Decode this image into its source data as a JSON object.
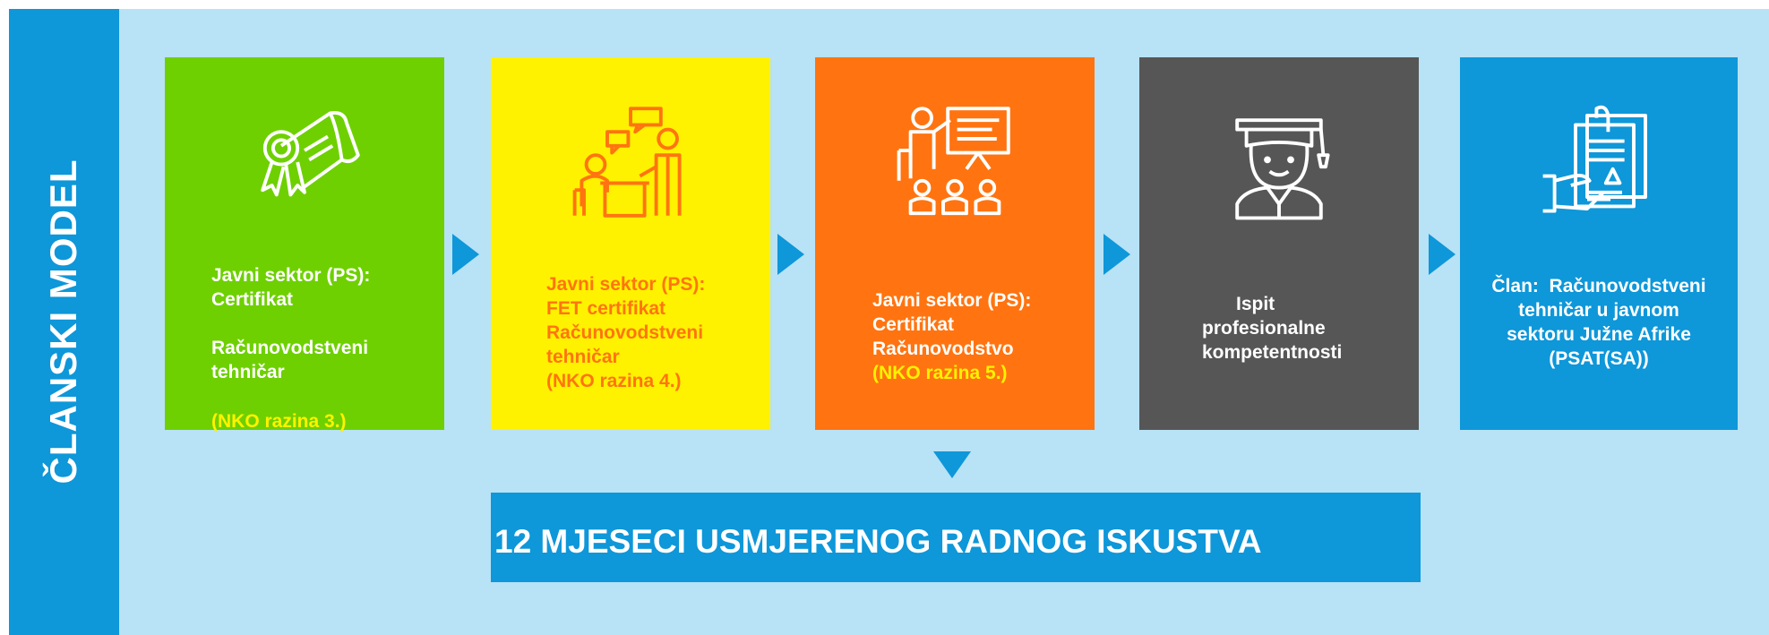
{
  "sidebar": {
    "label": "ČLANSKI MODEL"
  },
  "colors": {
    "background": "#b8e2f5",
    "accent_blue": "#0e97d9",
    "green": "#6ed000",
    "yellow": "#fff200",
    "orange": "#ff7410",
    "gray": "#565656"
  },
  "steps": [
    {
      "icon": "diploma-icon",
      "lines": [
        "Javni sektor (PS):",
        "Certifikat",
        "Računovodstveni",
        "tehničar",
        "(NKO razina 3.)"
      ]
    },
    {
      "icon": "classroom-meeting-icon",
      "lines": [
        "Javni sektor (PS):",
        "FET certifikat",
        "Računovodstveni",
        "tehničar",
        "(NKO razina 4.)"
      ]
    },
    {
      "icon": "presentation-audience-icon",
      "lines": [
        "Javni sektor (PS):",
        "Certifikat",
        "Računovodstvo",
        "(NKO razina 5.)"
      ]
    },
    {
      "icon": "graduate-icon",
      "lines": [
        "Ispit",
        "profesionalne",
        "kompetentnosti"
      ]
    },
    {
      "icon": "document-handover-icon",
      "lines": [
        "Član:  Računovodstveni",
        "tehničar u javnom",
        "sektoru Južne Afrike",
        "(PSAT(SA))"
      ]
    }
  ],
  "banner": {
    "label": "12 MJESECI USMJERENOG RADNOG ISKUSTVA"
  }
}
